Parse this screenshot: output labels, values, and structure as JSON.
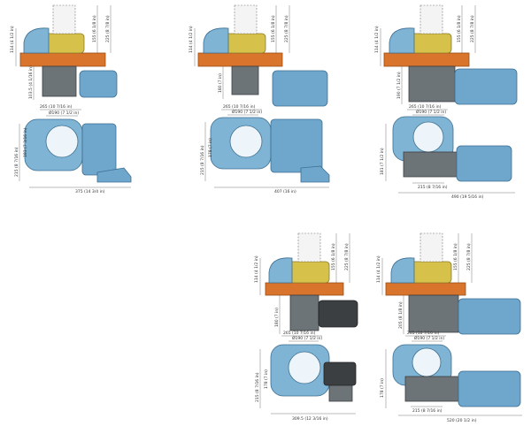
{
  "colors": {
    "deck": "#d9742c",
    "deck_edge": "#9a4c16",
    "drum_gold": "#d6c24a",
    "drum_dark": "#8a7a2a",
    "body_blue": "#7fb4d4",
    "body_blue_dark": "#3d6f92",
    "motor_blue": "#6ea6cc",
    "gearbox_gray": "#6d7478",
    "gearbox_dark": "#3b3f42",
    "dim_line": "#555555"
  },
  "windlasses": [
    {
      "id": "w1",
      "side_dims": [
        "114 (4 1/2 in)",
        "155 (6 1/8 in)",
        "225 (8 7/8 in)",
        "103.5 (4 1/16 in)"
      ],
      "top_dims": [
        "265 (10 7/16 in)",
        "Ø190 (7 1/2 in)",
        "215 (8 7/16 in)",
        "183 (7 3/16 in)",
        "375 (14 3/4 in)"
      ]
    },
    {
      "id": "w2",
      "side_dims": [
        "114 (4 1/2 in)",
        "155 (6 1/8 in)",
        "225 (8 7/8 in)",
        "180 (7 in)"
      ],
      "top_dims": [
        "265 (10 7/16 in)",
        "Ø190 (7 1/2 in)",
        "215 (8 7/16 in)",
        "178 (7 in)",
        "407 (16 in)"
      ]
    },
    {
      "id": "w3",
      "side_dims": [
        "114 (4 1/2 in)",
        "155 (6 1/8 in)",
        "225 (8 7/8 in)",
        "190 (7 1/2 in)"
      ],
      "top_dims": [
        "265 (10 7/16 in)",
        "Ø190 (7 1/2 in)",
        "215 (8 7/16 in)",
        "181 (7 1/2 in)",
        "490 (19 5/16 in)"
      ]
    },
    {
      "id": "w4",
      "side_dims": [
        "114 (4 1/2 in)",
        "155 (6 1/8 in)",
        "225 (8 7/8 in)",
        "180 (7 in)"
      ],
      "top_dims": [
        "265 (10 7/16 in)",
        "Ø190 (7 1/2 in)",
        "215 (8 7/16 in)",
        "178 (7 in)",
        "309.5 (12 3/16 in)"
      ]
    },
    {
      "id": "w5",
      "side_dims": [
        "114 (4 1/2 in)",
        "155 (6 1/8 in)",
        "225 (8 7/8 in)",
        "205 (8 1/8 in)"
      ],
      "top_dims": [
        "265 (10 7/16 in)",
        "Ø190 (7 1/2 in)",
        "215 (8 7/16 in)",
        "178 (7 in)",
        "520 (20 1/2 in)"
      ]
    }
  ]
}
